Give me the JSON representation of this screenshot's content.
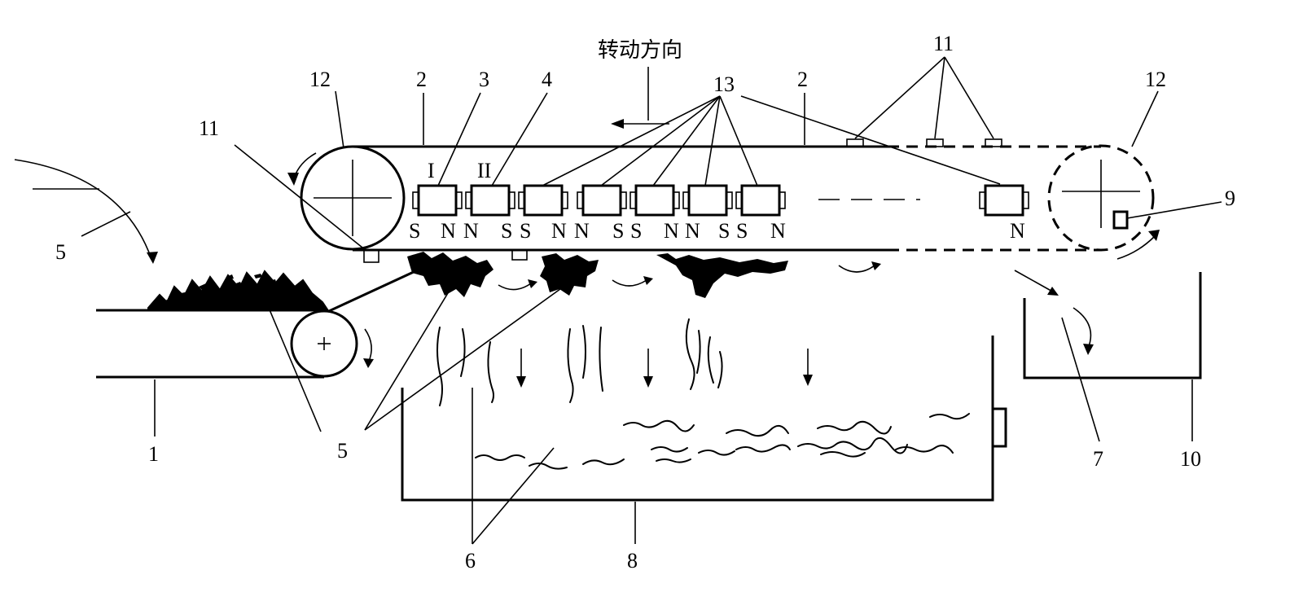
{
  "diagram": {
    "rotation_direction": "转动方向",
    "part_labels": [
      "1",
      "2",
      "2",
      "3",
      "4",
      "5",
      "5",
      "6",
      "7",
      "8",
      "9",
      "10",
      "11",
      "11",
      "12",
      "12",
      "13"
    ],
    "roman_numerals": [
      "I",
      "II"
    ],
    "pole_labels": [
      "S",
      "N",
      "N",
      "S",
      "S",
      "N",
      "N",
      "S",
      "S",
      "N",
      "N",
      "S",
      "S",
      "N"
    ],
    "last_pole": "N"
  }
}
